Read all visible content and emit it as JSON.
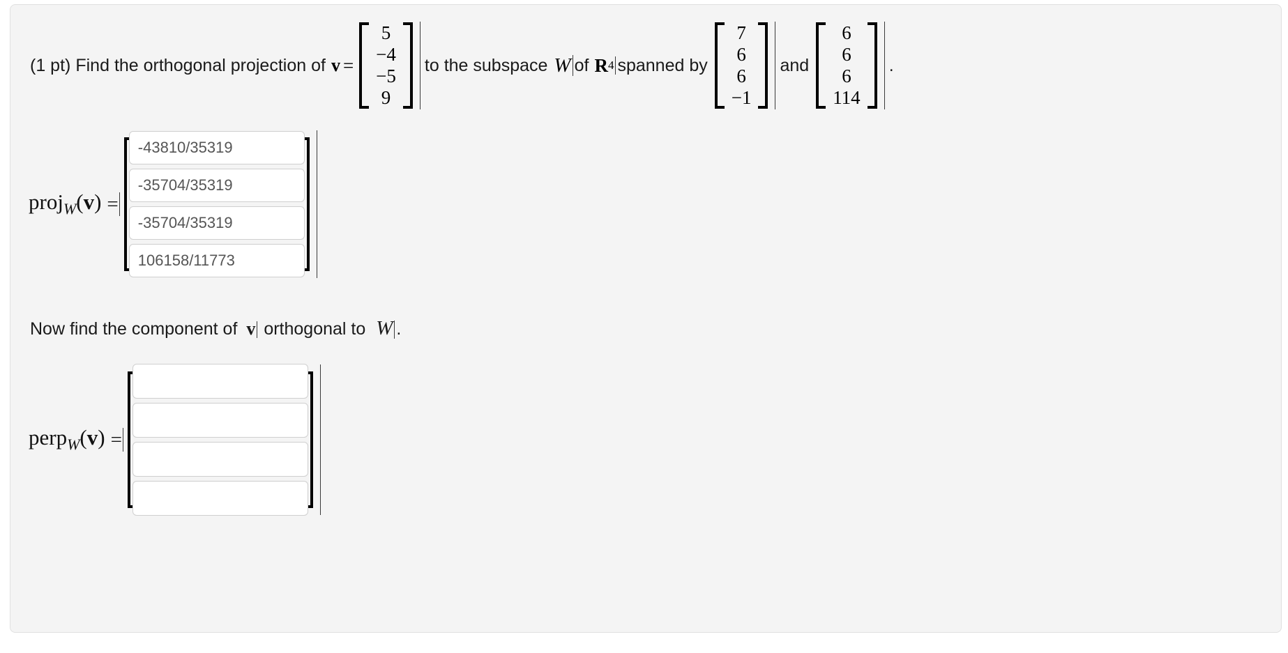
{
  "problem": {
    "points_label": "(1 pt)",
    "prompt_part1": "Find the orthogonal projection of",
    "v_symbol": "v",
    "equals": "=",
    "prompt_part2": "to the subspace",
    "w_symbol": "W",
    "prompt_of": "of",
    "r_symbol": "R",
    "r_exponent": "4",
    "prompt_spanned": "spanned by",
    "and_word": "and",
    "period": ".",
    "v_vector": [
      "5",
      "−4",
      "−5",
      "9"
    ],
    "span_vector_1": [
      "7",
      "6",
      "6",
      "−1"
    ],
    "span_vector_2": [
      "6",
      "6",
      "6",
      "114"
    ]
  },
  "projection": {
    "label_name": "proj",
    "label_sub": "W",
    "label_arg_open": "(",
    "label_arg": "v",
    "label_arg_close": ")",
    "equals": "=",
    "values": [
      "-43810/35319",
      "-35704/35319",
      "-35704/35319",
      "106158/11773"
    ],
    "placeholder": ""
  },
  "middle_text": {
    "part1": "Now find the component of",
    "v_symbol": "v",
    "part2": "orthogonal to",
    "w_symbol": "W",
    "period": "."
  },
  "perp": {
    "label_name": "perp",
    "label_sub": "W",
    "label_arg_open": "(",
    "label_arg": "v",
    "label_arg_close": ")",
    "equals": "=",
    "values": [
      "",
      "",
      "",
      ""
    ],
    "placeholder": ""
  },
  "colors": {
    "card_background": "#f4f4f4",
    "page_background": "#ffffff",
    "field_background": "#ffffff",
    "field_border": "#cfcfcf",
    "field_text": "#555555",
    "bracket": "#000000",
    "text": "#1a1a1a"
  }
}
